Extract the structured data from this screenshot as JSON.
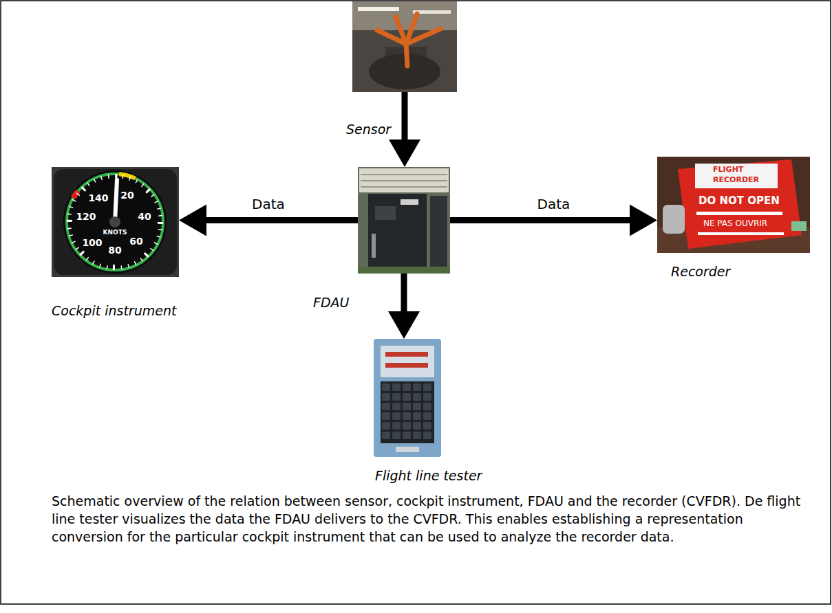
{
  "diagram": {
    "caption": "Schematic overview of the relation between sensor, cockpit instrument, FDAU and the recorder (CVFDR). De flight line tester visualizes the data the FDAU delivers to the CVFDR. This enables establishing a representation conversion for the particular cockpit instrument that can be used to analyze the recorder data.",
    "nodes": [
      {
        "text": [
          "Sensor"
        ]
      },
      {
        "text": [
          "Cockpit instrument"
        ]
      },
      {
        "text": [
          "FDAU"
        ]
      },
      {
        "text": [
          "Recorder"
        ]
      },
      {
        "text": [
          "Flight line tester"
        ]
      }
    ],
    "edges": [
      {
        "from": 0,
        "to": 2,
        "arrow": "to"
      },
      {
        "from": 2,
        "to": 1,
        "label": "Data",
        "arrow": "to"
      },
      {
        "from": 2,
        "to": 3,
        "label": "Data",
        "arrow": "to"
      },
      {
        "from": 2,
        "to": 4,
        "arrow": "to"
      }
    ],
    "labels": [
      "140",
      "20",
      "120",
      "40",
      "100",
      "KNOTS",
      "60",
      "80",
      "FLIGHT",
      "RECORDER",
      "DO NOT OPEN",
      "NE PAS OUVRIR"
    ]
  }
}
